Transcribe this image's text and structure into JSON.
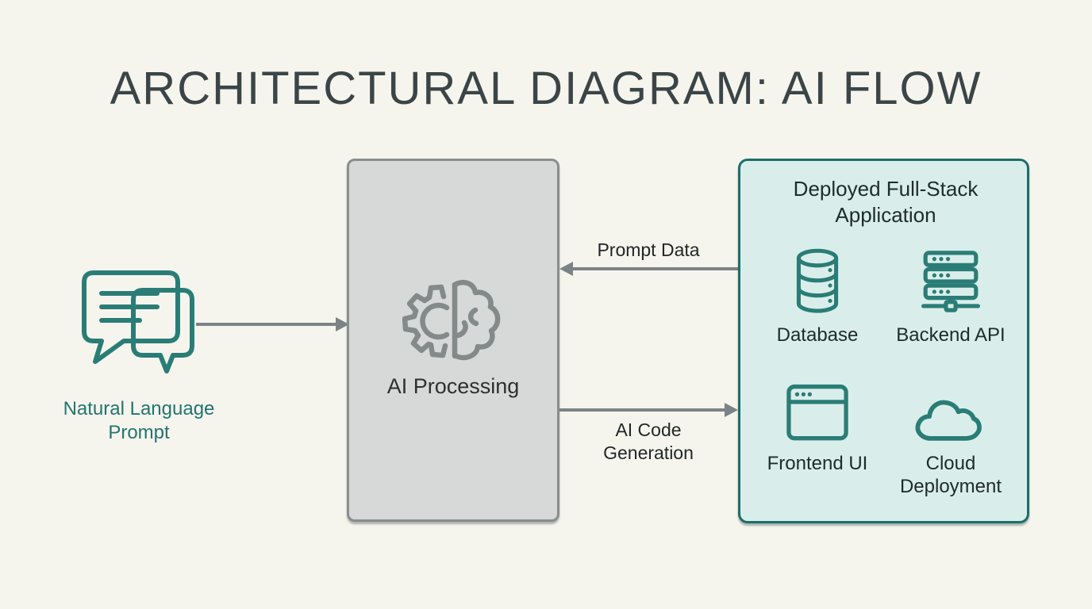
{
  "page": {
    "title": "ARCHITECTURAL DIAGRAM: AI FLOW",
    "background_color": "#f5f5ee",
    "title_color": "#3b4547"
  },
  "colors": {
    "teal": "#2a7d76",
    "teal_border": "#1d6e6a",
    "teal_text": "#22756d",
    "mint_fill": "#d9eeea",
    "gray_fill": "#d7d9d8",
    "gray_border": "#898d8e",
    "arrow_gray": "#7c8387",
    "dark_text": "#212727"
  },
  "nodes": {
    "input": {
      "label": "Natural Language Prompt",
      "icon": "chat-bubbles-icon"
    },
    "processing": {
      "label": "AI Processing",
      "icon": "gear-brain-icon"
    },
    "deployment": {
      "title": "Deployed Full-Stack Application",
      "items": [
        {
          "label": "Database",
          "icon": "database-icon"
        },
        {
          "label": "Backend API",
          "icon": "server-icon"
        },
        {
          "label": "Frontend UI",
          "icon": "browser-icon"
        },
        {
          "label": "Cloud Deployment",
          "icon": "cloud-icon"
        }
      ]
    }
  },
  "edges": [
    {
      "from": "input",
      "to": "processing",
      "label": "",
      "direction": "right"
    },
    {
      "from": "deployment",
      "to": "processing",
      "label": "Prompt Data",
      "direction": "left"
    },
    {
      "from": "processing",
      "to": "deployment",
      "label": "AI Code Generation",
      "direction": "right"
    }
  ]
}
